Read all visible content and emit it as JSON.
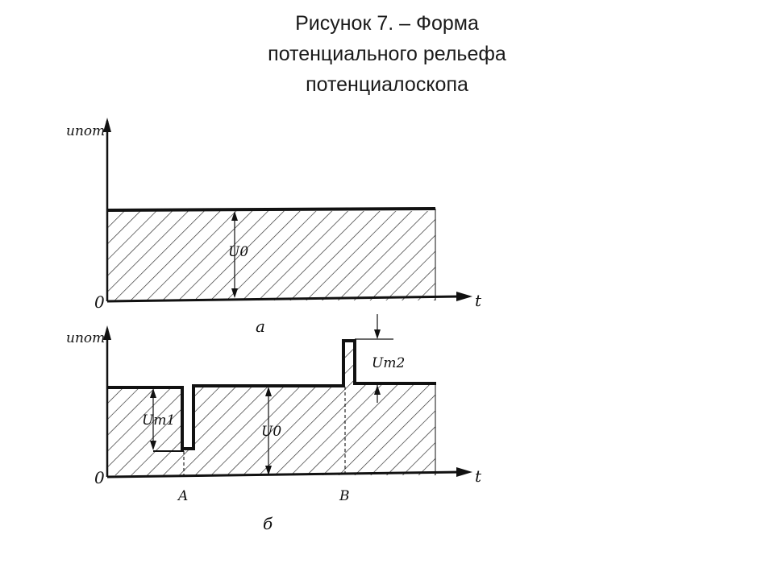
{
  "title": {
    "line1": "Рисунок 7.   – Форма",
    "line2": "потенциального рельефа",
    "line3": "потенциалоскопа"
  },
  "diagram_a": {
    "y_axis_label": "uпот",
    "x_axis_label": "t",
    "origin_label": "0",
    "level_label": "U0",
    "panel_label": "а"
  },
  "diagram_b": {
    "y_axis_label": "uпот",
    "x_axis_label": "t",
    "origin_label": "0",
    "level_label": "U0",
    "dip_label": "Um1",
    "peak_label": "Um2",
    "point_a_label": "A",
    "point_b_label": "B",
    "panel_label": "б"
  },
  "colors": {
    "ink": "#111111",
    "background": "#ffffff"
  }
}
